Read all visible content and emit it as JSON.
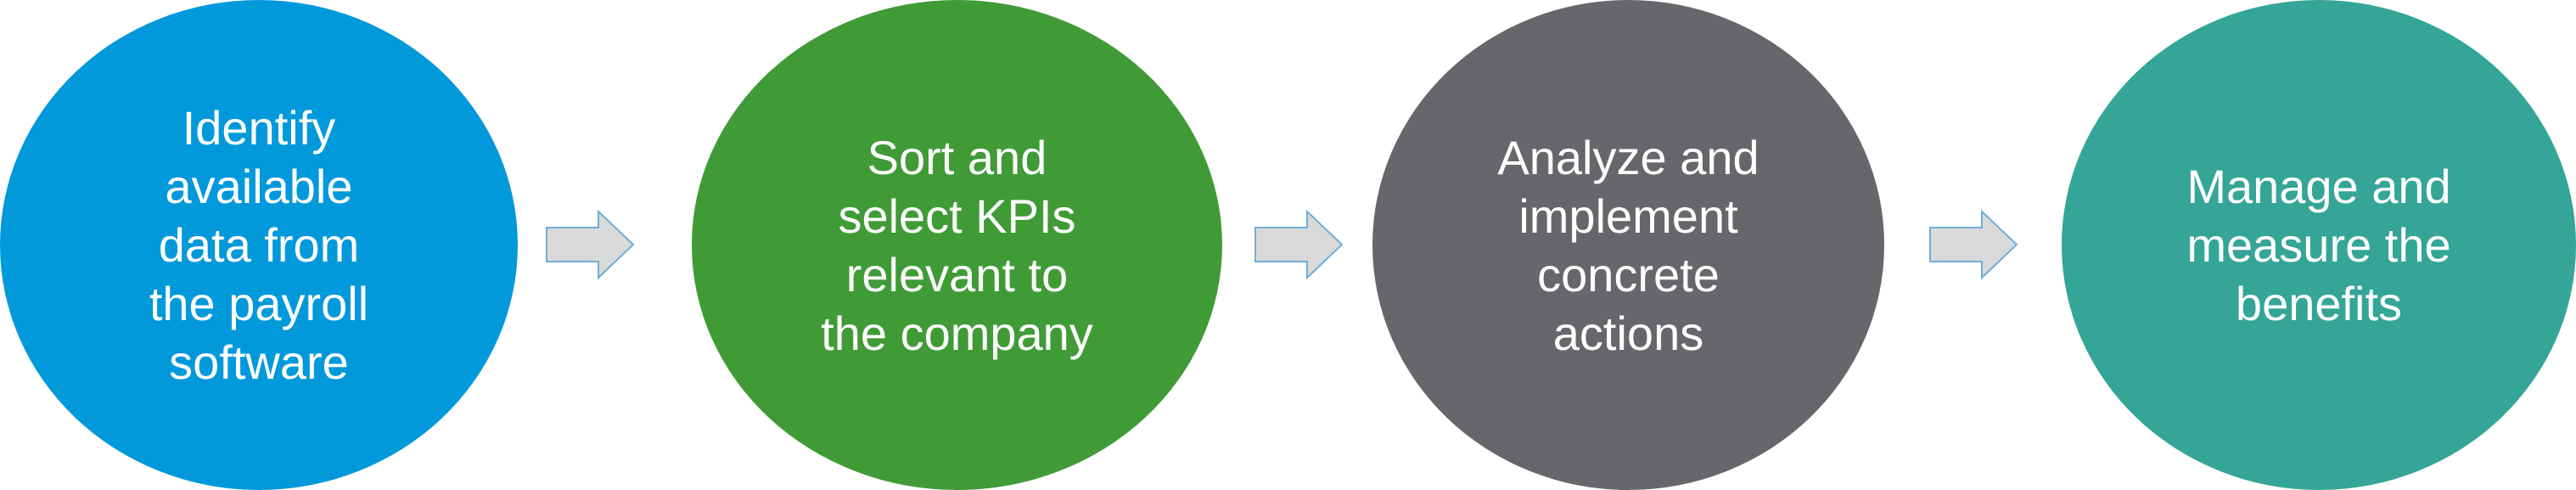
{
  "steps": [
    {
      "label": "Identify\navailable\ndata from\nthe payroll\nsoftware",
      "color": "#0299DB"
    },
    {
      "label": "Sort and\nselect KPIs\nrelevant to\nthe company",
      "color": "#409B37"
    },
    {
      "label": "Analyze and\nimplement\nconcrete\nactions",
      "color": "#65676B"
    },
    {
      "label": "Manage and\nmeasure the\nbenefits",
      "color": "#34A596"
    }
  ],
  "arrow_colors": {
    "fill": "#D9D9D9",
    "stroke": "#6FAED9"
  }
}
